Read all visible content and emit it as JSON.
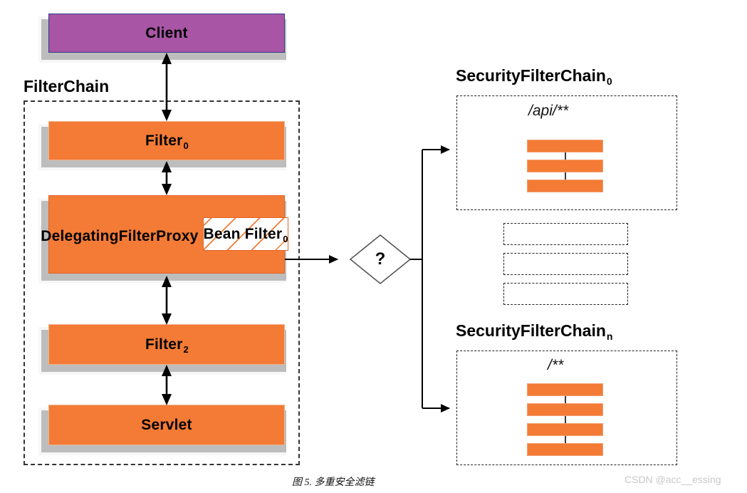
{
  "diagram": {
    "client": {
      "label": "Client",
      "fill": "#a855a5",
      "border": "#2f3d8c"
    },
    "filter_chain": {
      "title": "FilterChain",
      "items": [
        {
          "label": "Filter",
          "sub": "0"
        },
        {
          "label": "DelegatingFilterProxy",
          "sub": ""
        },
        {
          "label": "Filter",
          "sub": "2"
        },
        {
          "label": "Servlet",
          "sub": ""
        }
      ],
      "bean_filter": {
        "label": "Bean Filter",
        "sub": "0"
      }
    },
    "decision": {
      "label": "?"
    },
    "security_chains": [
      {
        "title": "SecurityFilterChain",
        "sub": "0",
        "path": "/api/**",
        "bar_count": 3
      },
      {
        "title": "SecurityFilterChain",
        "sub": "n",
        "path": "/**",
        "bar_count": 4
      }
    ],
    "ellipsis_boxes": 3,
    "colors": {
      "orange": "#f47b35",
      "orange_border": "#e2632a",
      "purple": "#a855a5",
      "shadow": "#bdbdbd",
      "halo": "#f7f7f7",
      "dash": "#333333"
    }
  },
  "caption": "图 5. 多重安全滤链",
  "watermark": "CSDN @acc__essing"
}
